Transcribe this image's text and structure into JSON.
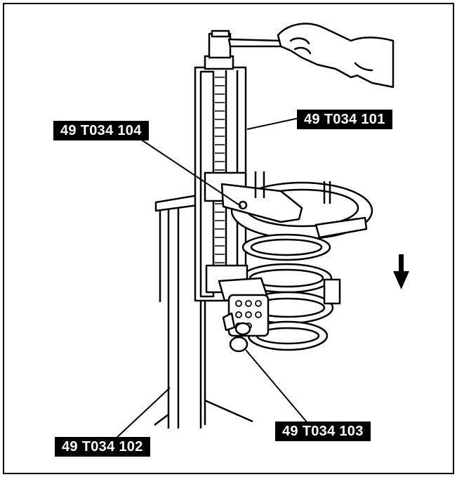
{
  "callouts": {
    "spring_compressor_body": "49 T034 101",
    "upper_plate": "49 T034 104",
    "lower_bracket": "49 T034 103",
    "stand": "49 T034 102"
  },
  "icons": {
    "direction_arrow": "arrow-down-icon"
  }
}
